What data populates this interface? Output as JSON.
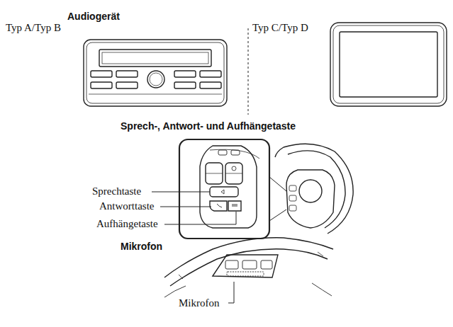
{
  "diagram": {
    "labels": [
      "Audiogerät",
      "Typ A/Typ B",
      "Typ C/Typ D",
      "Sprech-, Antwort- und Aufhängetaste",
      "Sprechtaste",
      "Antworttaste",
      "Aufhängetaste",
      "Mikrofon",
      "Mikrofon"
    ]
  }
}
